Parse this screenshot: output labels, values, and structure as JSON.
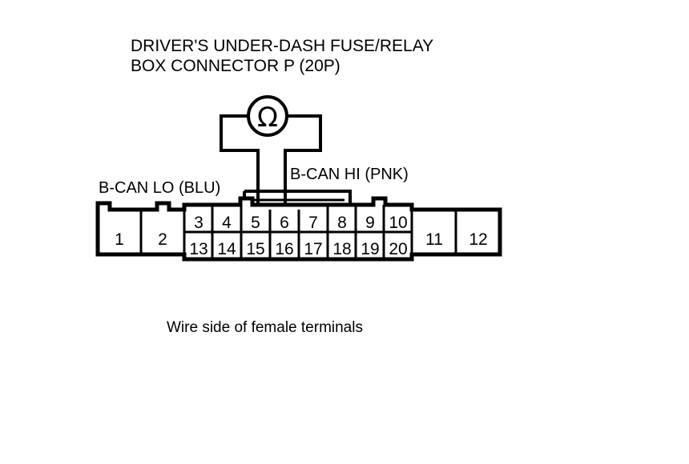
{
  "title": {
    "line1": "DRIVER'S UNDER-DASH FUSE/RELAY",
    "line2": "BOX CONNECTOR P (20P)"
  },
  "meter": {
    "symbol": "Ω",
    "name": "ohmmeter"
  },
  "wire_labels": {
    "left": "B-CAN LO (BLU)",
    "right": "B-CAN HI (PNK)"
  },
  "caption": "Wire side of female terminals",
  "connector": {
    "type": "20P",
    "left_block": [
      "1",
      "2"
    ],
    "middle_top_row": [
      "3",
      "4",
      "5",
      "6",
      "7",
      "8",
      "9",
      "10"
    ],
    "middle_bottom_row": [
      "13",
      "14",
      "15",
      "16",
      "17",
      "18",
      "19",
      "20"
    ],
    "right_block": [
      "11",
      "12"
    ],
    "probed_terminals": [
      "5",
      "6"
    ]
  },
  "colors": {
    "line": "#000000",
    "background": "#ffffff",
    "text": "#000000"
  }
}
